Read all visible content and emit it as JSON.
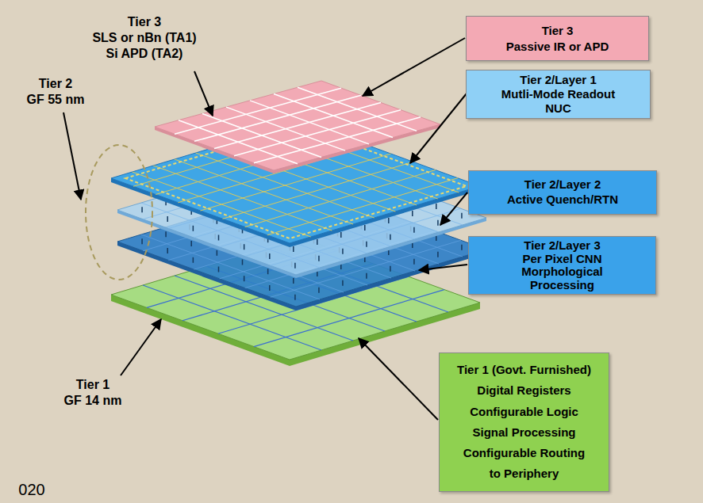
{
  "diagram": {
    "nodes": [
      {
        "text": [
          "Tier 3",
          "Passive IR or APD"
        ]
      },
      {
        "text": [
          "Tier 2/Layer 1",
          "Mutli-Mode Readout NUC"
        ]
      },
      {
        "text": [
          "Tier 2/Layer 2",
          "Active Quench/RTN"
        ]
      },
      {
        "text": [
          "Tier 2/Layer 3",
          "Per Pixel CNN Morphological Processing"
        ]
      },
      {
        "text": [
          "Tier 1 (Govt. Furnished)",
          "Digital Registers Configurable Logic Signal Processing Configurable Routing to Periphery"
        ]
      }
    ],
    "labels": [
      "Tier 3",
      "SLS or nBn (TA1)",
      "Si APD (TA2)",
      "Tier 2",
      "GF 55 nm",
      "Tier 1",
      "GF 14 nm",
      "020"
    ]
  }
}
